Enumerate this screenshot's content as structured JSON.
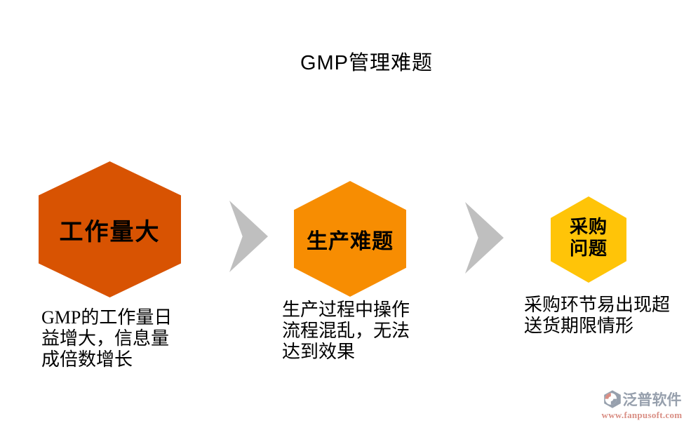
{
  "title": "GMP管理难题",
  "colors": {
    "step1": "#D85302",
    "step2": "#F78D02",
    "step3": "#FFC408",
    "arrow": "#BFBFBF",
    "logo_gray": "#97A0AD",
    "logo_salmon": "#D98E84"
  },
  "steps": [
    {
      "label": "工作量大",
      "caption_lines": [
        "GMP的工作量日",
        "益增大，信息量",
        "成倍数增长"
      ]
    },
    {
      "label": "生产难题",
      "caption_lines": [
        "生产过程中操作",
        "流程混乱，无法",
        "达到效果"
      ]
    },
    {
      "label_lines": [
        "采购",
        "问题"
      ],
      "caption_lines": [
        "采购环节易出现超",
        "送货期限情形"
      ]
    }
  ],
  "logo": {
    "name": "泛普软件",
    "url": "www.fanpusoft.com"
  }
}
